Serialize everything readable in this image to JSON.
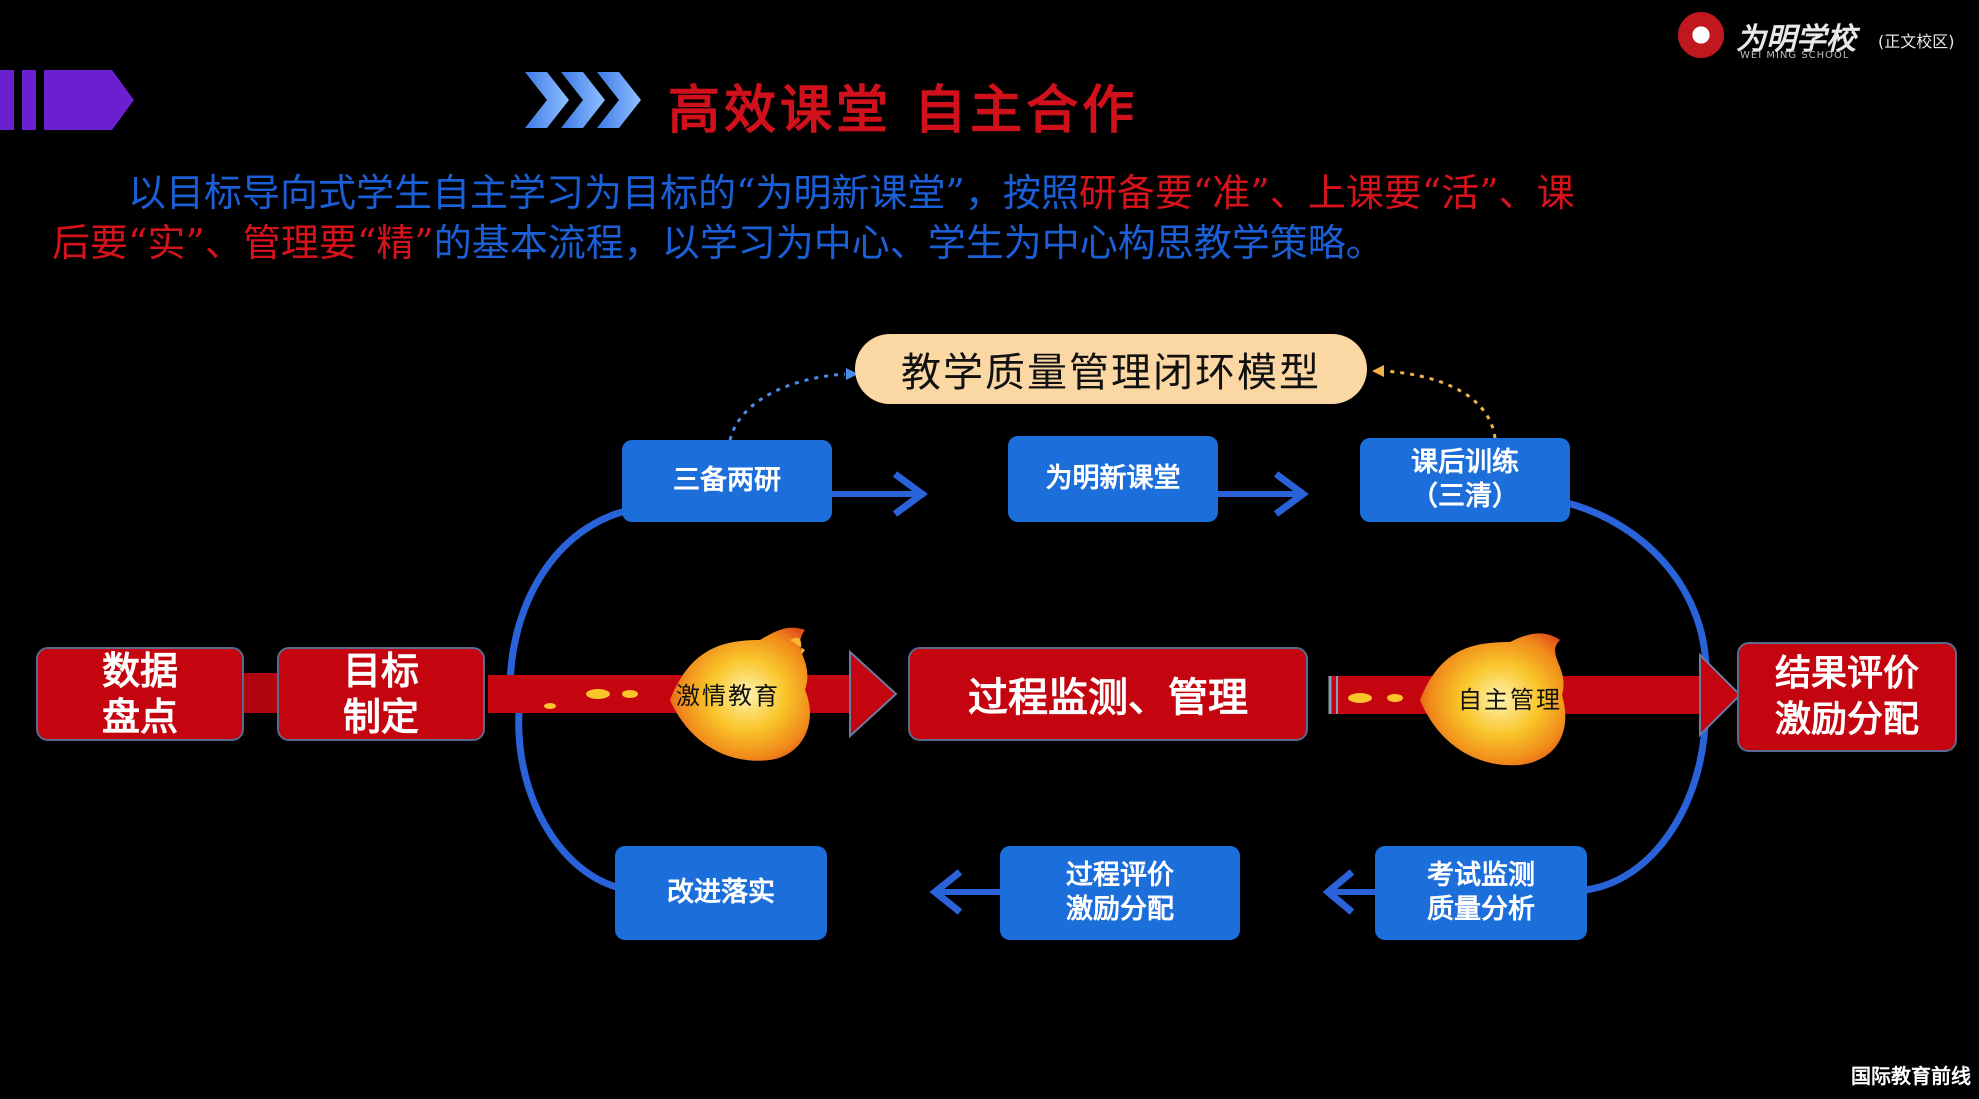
{
  "header": {
    "title": "高效课堂  自主合作",
    "logo_name": "为明学校",
    "logo_paren": "(正文校区)",
    "logo_en": "WEI MING SCHOOL"
  },
  "intro": {
    "line1": [
      {
        "text": "以目标导向式学生自主学习为目标的“为明新课堂”，按照",
        "color": "blue"
      },
      {
        "text": "研备要“准”、上课要“活”、课",
        "color": "red"
      }
    ],
    "line2": [
      {
        "text": "后要“实”、管理要“精”",
        "color": "red"
      },
      {
        "text": "的基本流程，以学习为中心、学生为中心构思教学策略。",
        "color": "blue"
      }
    ]
  },
  "diagram": {
    "model_title": "教学质量管理闭环模型",
    "top_boxes": [
      "三备两研",
      "为明新课堂",
      "课后训练\n（三清）"
    ],
    "bottom_boxes": [
      "改进落实",
      "过程评价\n激励分配",
      "考试监测\n质量分析"
    ],
    "left_boxes": [
      "数据\n盘点",
      "目标\n制定"
    ],
    "center_box": "过程监测、管理",
    "right_box": "结果评价\n激励分配",
    "fire_labels": [
      "激情教育",
      "自主管理"
    ]
  },
  "colors": {
    "accent_red": "#c4040e",
    "box_blue": "#1c6fdb",
    "loop_blue": "#2a62d9",
    "title_red": "#d0101a",
    "model_title_bg": "#fbd8a3"
  },
  "watermark": "国际教育前线"
}
